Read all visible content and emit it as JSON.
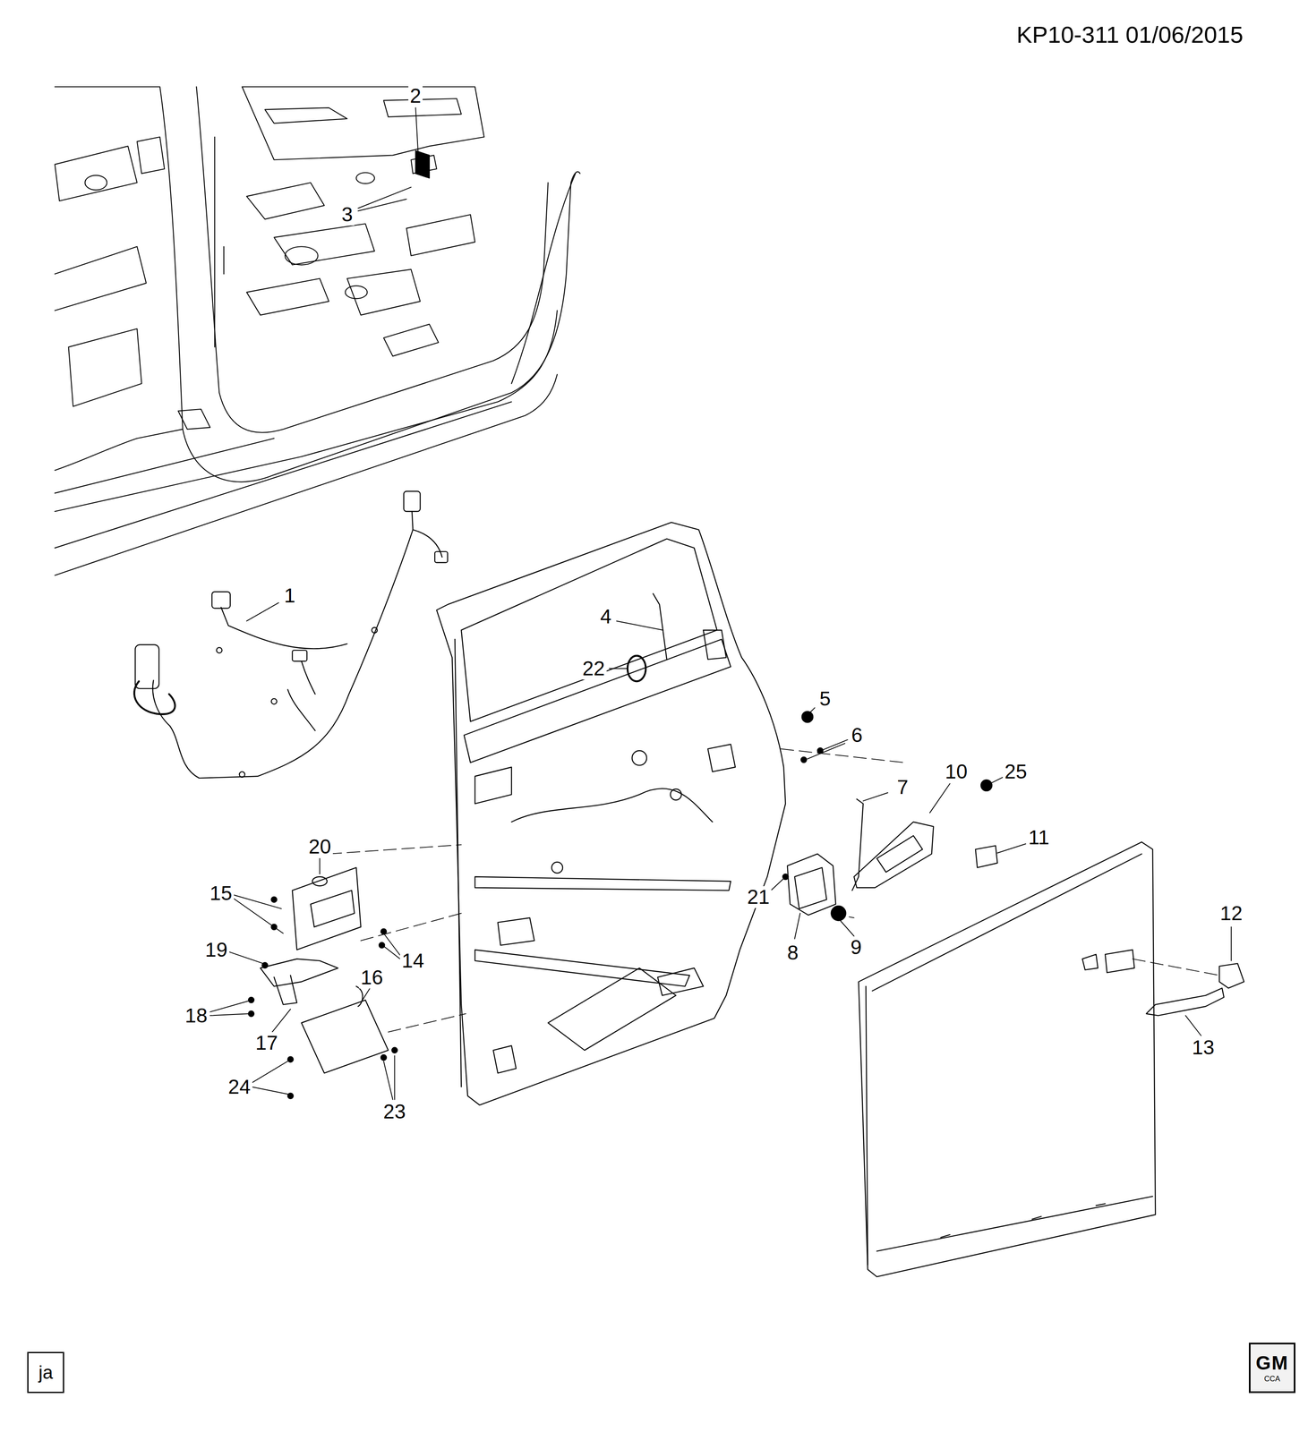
{
  "diagram": {
    "nodes": [
      {
        "text": [
          "ja"
        ]
      },
      {
        "text": [
          "GM",
          "CCA"
        ]
      }
    ],
    "labels": [
      "KP10-311 01/06/2015",
      "2",
      "3",
      "1",
      "4",
      "22",
      "5",
      "6",
      "7",
      "10",
      "25",
      "11",
      "20",
      "15",
      "21",
      "8",
      "9",
      "12",
      "19",
      "14",
      "18",
      "17",
      "16",
      "13",
      "24",
      "23"
    ]
  }
}
